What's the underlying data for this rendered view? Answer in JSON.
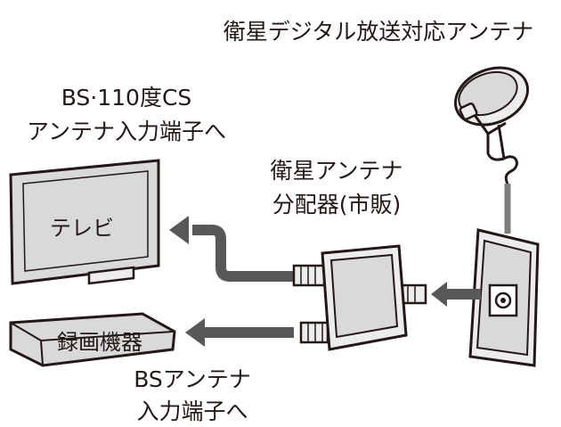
{
  "labels": {
    "antenna_title": "衛星デジタル放送対応アンテナ",
    "tv_input_line1": "BS·110度CS",
    "tv_input_line2": "アンテナ入力端子へ",
    "splitter_line1": "衛星アンテナ",
    "splitter_line2": "分配器(市販)",
    "tv": "テレビ",
    "recorder": "録画機器",
    "recorder_input_line1": "BSアンテナ",
    "recorder_input_line2": "入力端子へ"
  },
  "colors": {
    "line": "#231815",
    "arrow": "#595757",
    "device_fill": "#d9d9d9",
    "device_fill_light": "#ececec",
    "cable": "#7d7d7d"
  }
}
